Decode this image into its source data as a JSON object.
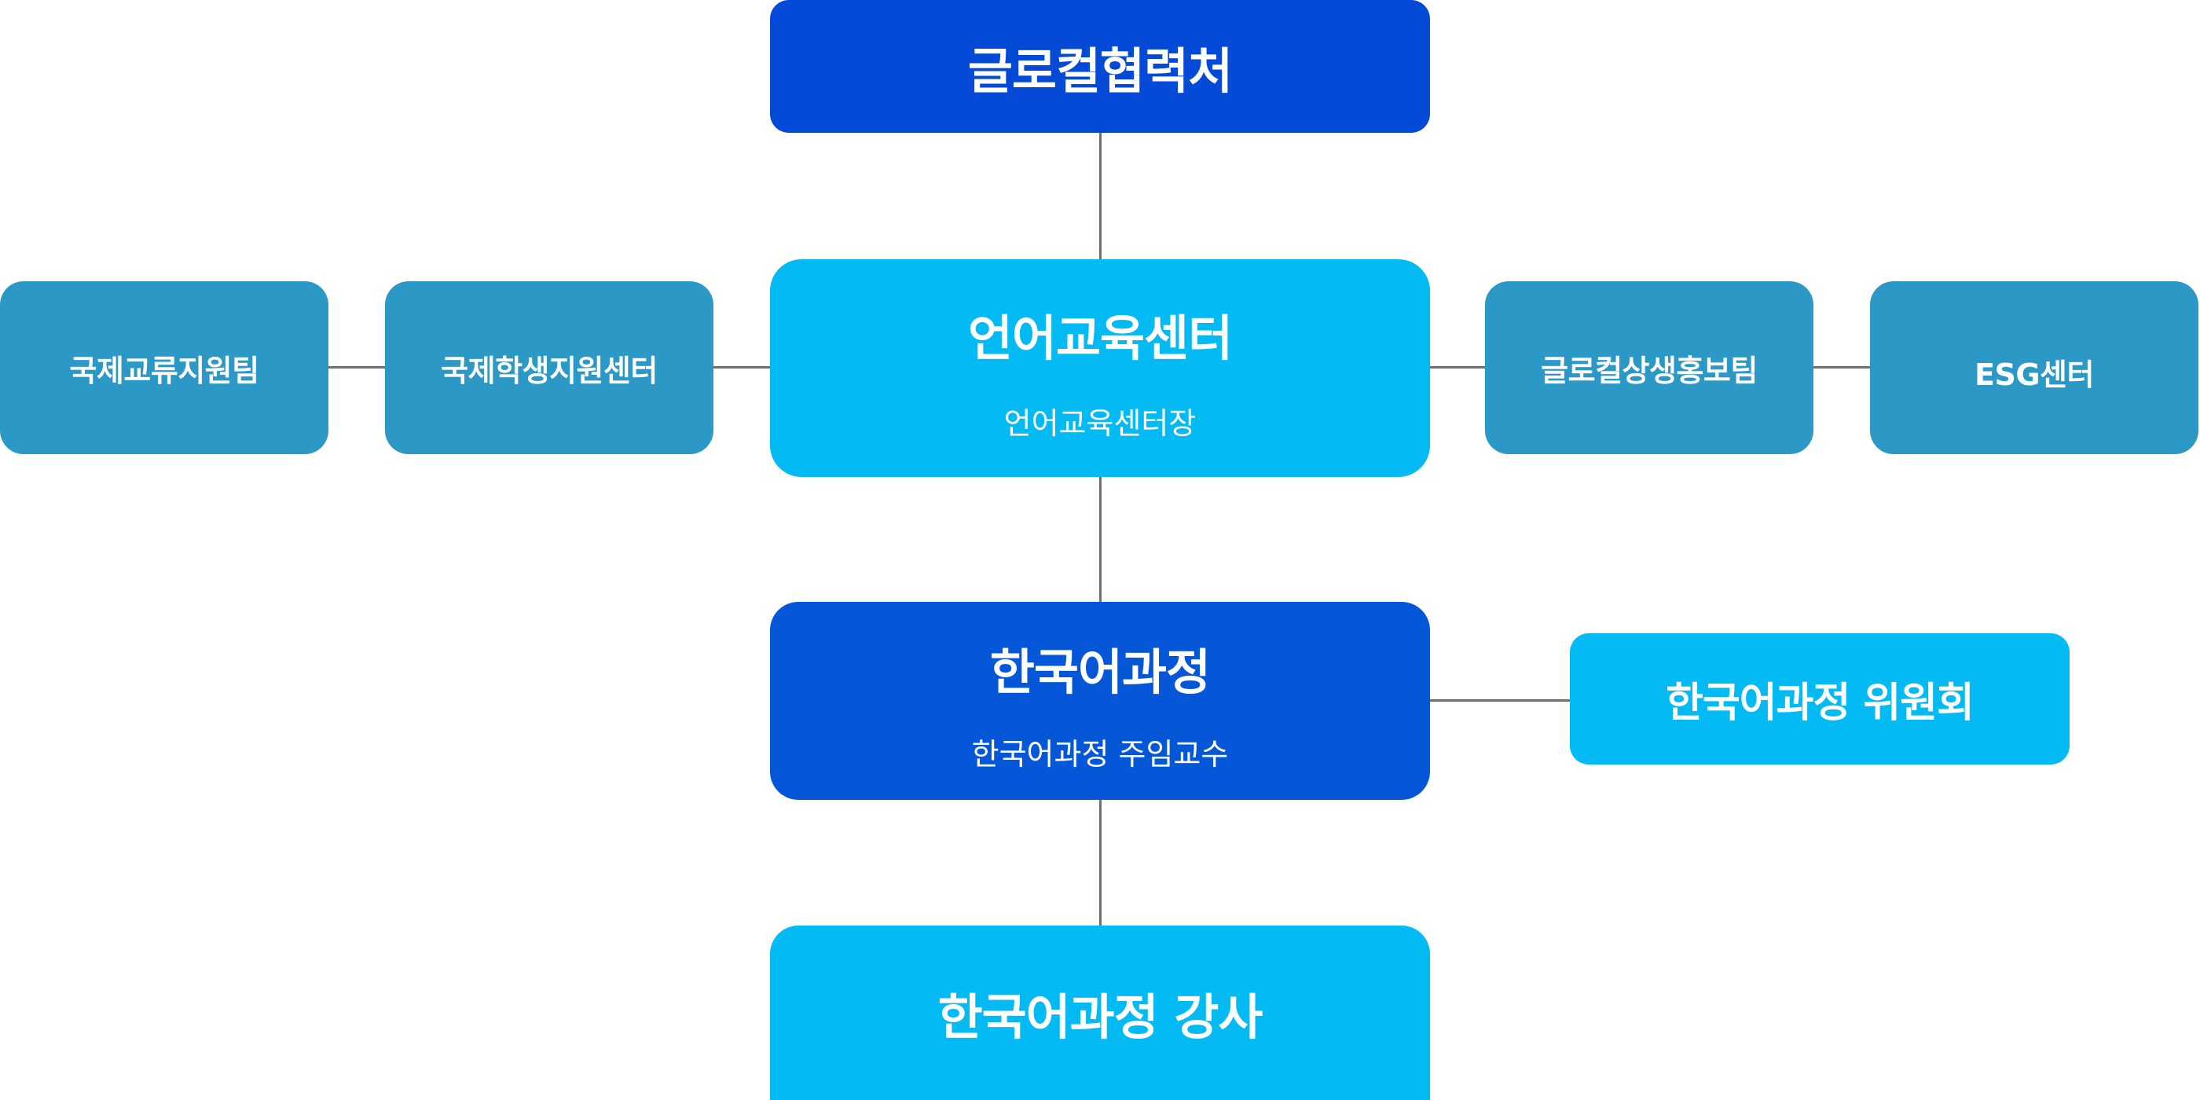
{
  "nodes": {
    "global": {
      "title": "글로컬협력처"
    },
    "language_center": {
      "title": "언어교육센터",
      "subtitle": "언어교육센터장"
    },
    "korean_course": {
      "title": "한국어과정",
      "subtitle": "한국어과정 주임교수"
    },
    "korean_instructor": {
      "title": "한국어과정 강사"
    },
    "exchange_team": {
      "title": "국제교류지원팀"
    },
    "intl_student_center": {
      "title": "국제학생지원센터"
    },
    "coexistence_team": {
      "title": "글로컬상생홍보팀"
    },
    "esg_center": {
      "title": "ESG센터"
    },
    "korean_committee": {
      "title": "한국어과정 위원회"
    }
  },
  "colors": {
    "dark_blue": "#054ad6",
    "bright_blue": "#04baf2",
    "steel_blue": "#2b98c6",
    "connector": "#6f6f6f"
  }
}
